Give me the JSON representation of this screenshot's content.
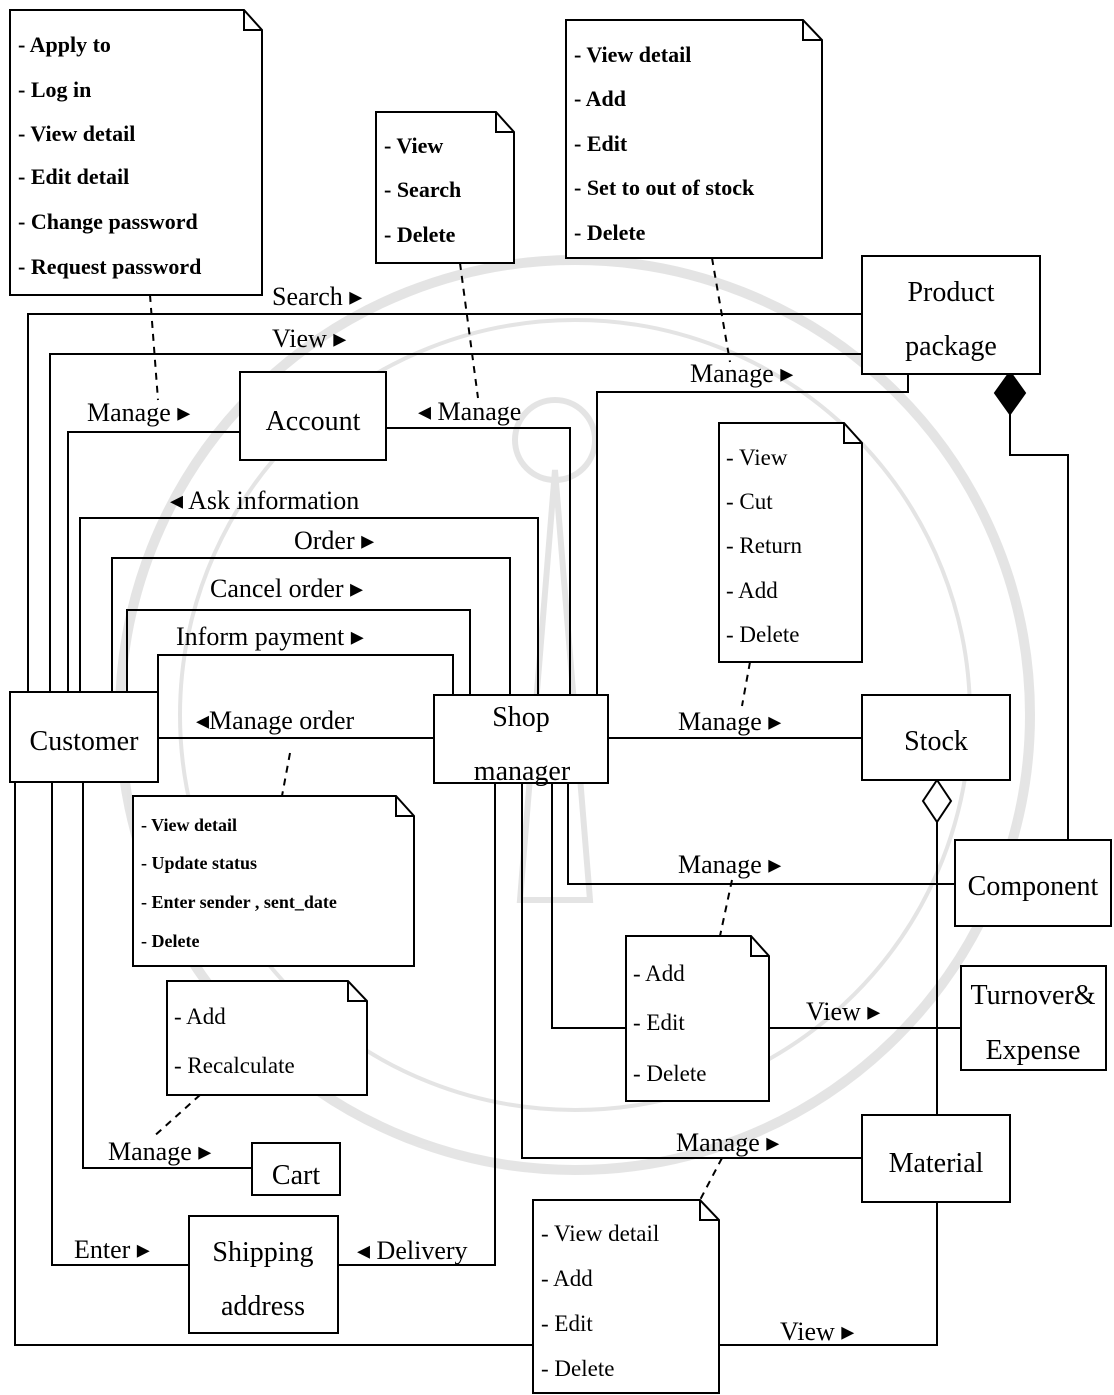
{
  "classes": {
    "customer": "Customer",
    "account": "Account",
    "shop_manager": [
      "Shop",
      "manager"
    ],
    "product_package": [
      "Product",
      "package"
    ],
    "stock": "Stock",
    "component": "Component",
    "turnover_expense": [
      "Turnover&",
      "Expense"
    ],
    "material": "Material",
    "cart": "Cart",
    "shipping_address": [
      "Shipping",
      "address"
    ]
  },
  "association_labels": {
    "search": "Search ▸",
    "view_product": "View ▸",
    "manage_customer_account": "Manage ▸",
    "manage_shop_account": "◂ Manage",
    "manage_product": "Manage ▸",
    "ask_information": "◂ Ask information",
    "order": "Order ▸",
    "cancel_order": "Cancel order ▸",
    "inform_payment": "Inform payment ▸",
    "manage_order": "◂Manage  order",
    "manage_stock": "Manage ▸",
    "manage_component": "Manage ▸",
    "view_turnover": "View ▸",
    "manage_cart": "Manage ▸",
    "manage_material": "Manage ▸",
    "enter": "Enter ▸",
    "delivery": "◂ Delivery",
    "view_material": "View ▸"
  },
  "notes": {
    "account_ops": [
      "- Apply to",
      "- Log in",
      "- View detail",
      "- Edit detail",
      "- Change password",
      "- Request password"
    ],
    "customer_admin_ops": [
      "- View",
      "- Search",
      "- Delete"
    ],
    "product_ops": [
      "- View detail",
      "- Add",
      "- Edit",
      "- Set to out of stock",
      "- Delete"
    ],
    "stock_ops": [
      "- View",
      "- Cut",
      "- Return",
      "- Add",
      "- Delete"
    ],
    "order_ops": [
      "- View detail",
      "- Update status",
      "- Enter sender , sent_date",
      "- Delete"
    ],
    "cart_ops": [
      "- Add",
      "- Recalculate"
    ],
    "turnover_ops": [
      "- Add",
      "- Edit",
      "- Delete"
    ],
    "material_ops": [
      "- View detail",
      "- Add",
      "- Edit",
      "- Delete"
    ]
  }
}
